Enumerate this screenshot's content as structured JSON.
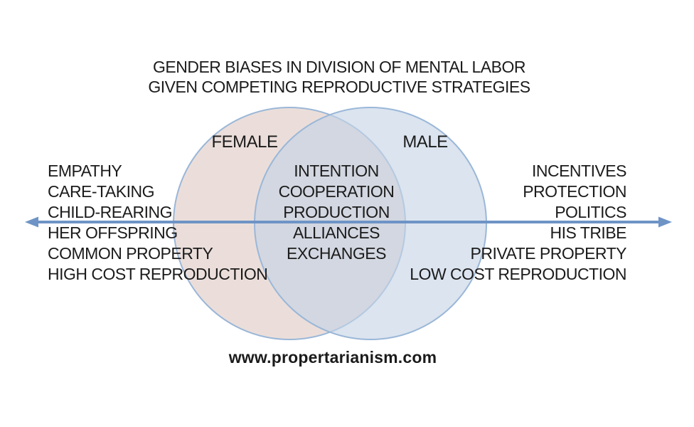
{
  "title": {
    "line1": "GENDER BIASES IN DIVISION OF MENTAL LABOR",
    "line2": "GIVEN COMPETING REPRODUCTIVE STRATEGIES"
  },
  "venn": {
    "left": {
      "label": "FEMALE",
      "items": [
        "EMPATHY",
        "CARE-TAKING",
        "CHILD-REARING",
        "HER OFFSPRING",
        "COMMON PROPERTY",
        "HIGH COST REPRODUCTION"
      ],
      "fill": "rgba(223,201,195,0.62)",
      "fill_hex_over_white": "#ece0dd"
    },
    "right": {
      "label": "MALE",
      "items": [
        "INCENTIVES",
        "PROTECTION",
        "POLITICS",
        "HIS TRIBE",
        "PRIVATE PROPERTY",
        "LOW COST REPRODUCTION"
      ],
      "fill": "rgba(197,211,229,0.62)",
      "fill_hex_over_white": "#dde5ef"
    },
    "intersection": {
      "items": [
        "INTENTION",
        "COOPERATION",
        "PRODUCTION",
        "ALLIANCES",
        "EXCHANGES"
      ],
      "overlap_hex": "#ccd3df"
    },
    "stroke": "#9ab7d8"
  },
  "axis_arrow": {
    "direction": "both",
    "color": "#6e94c6"
  },
  "footer": {
    "url": "www.propertarianism.com"
  },
  "colors": {
    "background": "#ffffff",
    "text": "#1b1b1b",
    "arrow": "#6e94c6",
    "circle_stroke": "#9ab7d8"
  }
}
